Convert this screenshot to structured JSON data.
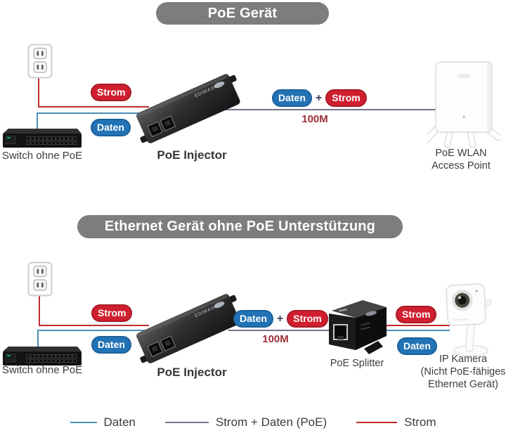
{
  "section1": {
    "title": "PoE Gerät",
    "pill_strom": "Strom",
    "pill_daten": "Daten",
    "plus": "+",
    "distance": "100M",
    "switch_label": "Switch ohne PoE",
    "injector_label": "PoE Injector",
    "ap_label_line1": "PoE WLAN",
    "ap_label_line2": "Access Point"
  },
  "section2": {
    "title": "Ethernet Gerät ohne PoE Unterstützung",
    "pill_strom": "Strom",
    "pill_daten": "Daten",
    "plus": "+",
    "distance": "100M",
    "switch_label": "Switch ohne PoE",
    "injector_label": "PoE Injector",
    "splitter_label": "PoE Splitter",
    "camera_label_line1": "IP Kamera",
    "camera_label_line2": "(Nicht PoE-fähiges",
    "camera_label_line3": "Ethernet Gerät)"
  },
  "legend": {
    "daten": "Daten",
    "poe": "Strom + Daten (PoE)",
    "strom": "Strom"
  },
  "colors": {
    "banner_gray": "#7d7d7d",
    "pill_daten_blue": "#2273b5",
    "pill_strom_red": "#cf1f2f",
    "line_daten": "#4a8db8",
    "line_strom": "#c22a30",
    "line_poe": "#77708a",
    "distance_red": "#9d2f38",
    "text_dark": "#3c3c3c"
  }
}
